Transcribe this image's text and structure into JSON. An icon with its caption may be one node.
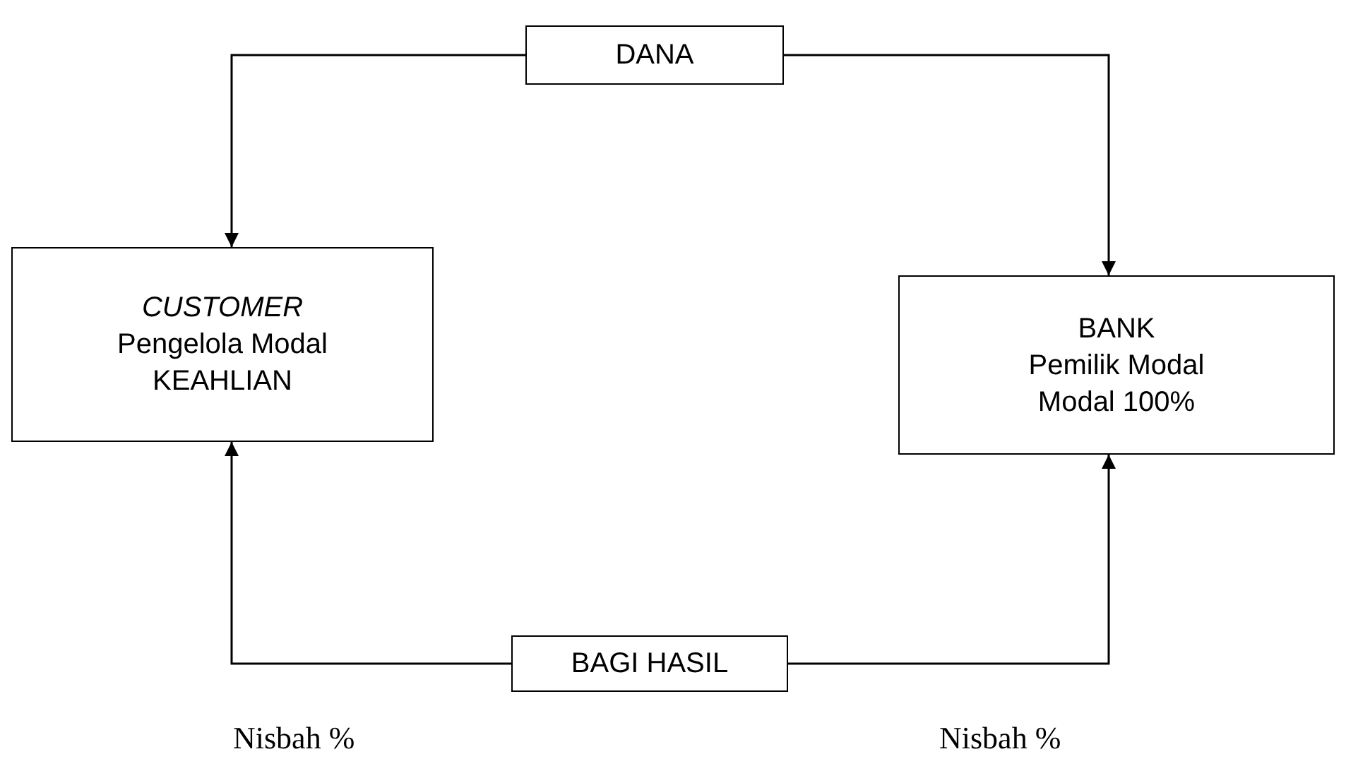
{
  "diagram": {
    "nodes": [
      {
        "text": [
          "DANA"
        ]
      },
      {
        "text": [
          "*CUSTOMER* Pengelola Modal KEAHLIAN"
        ]
      },
      {
        "text": [
          "BANK",
          "Pemilik Modal",
          "Modal 100%"
        ]
      },
      {
        "text": [
          "BAGI HASIL"
        ]
      }
    ],
    "edges": [
      {
        "from": 0,
        "to": 1,
        "arrow": "to"
      },
      {
        "from": 0,
        "to": 2,
        "arrow": "to"
      },
      {
        "from": 3,
        "to": 1,
        "arrow": "to"
      },
      {
        "from": 3,
        "to": 2,
        "arrow": "to"
      }
    ],
    "labels": [
      "Nisbah %",
      "Nisbah %"
    ]
  }
}
